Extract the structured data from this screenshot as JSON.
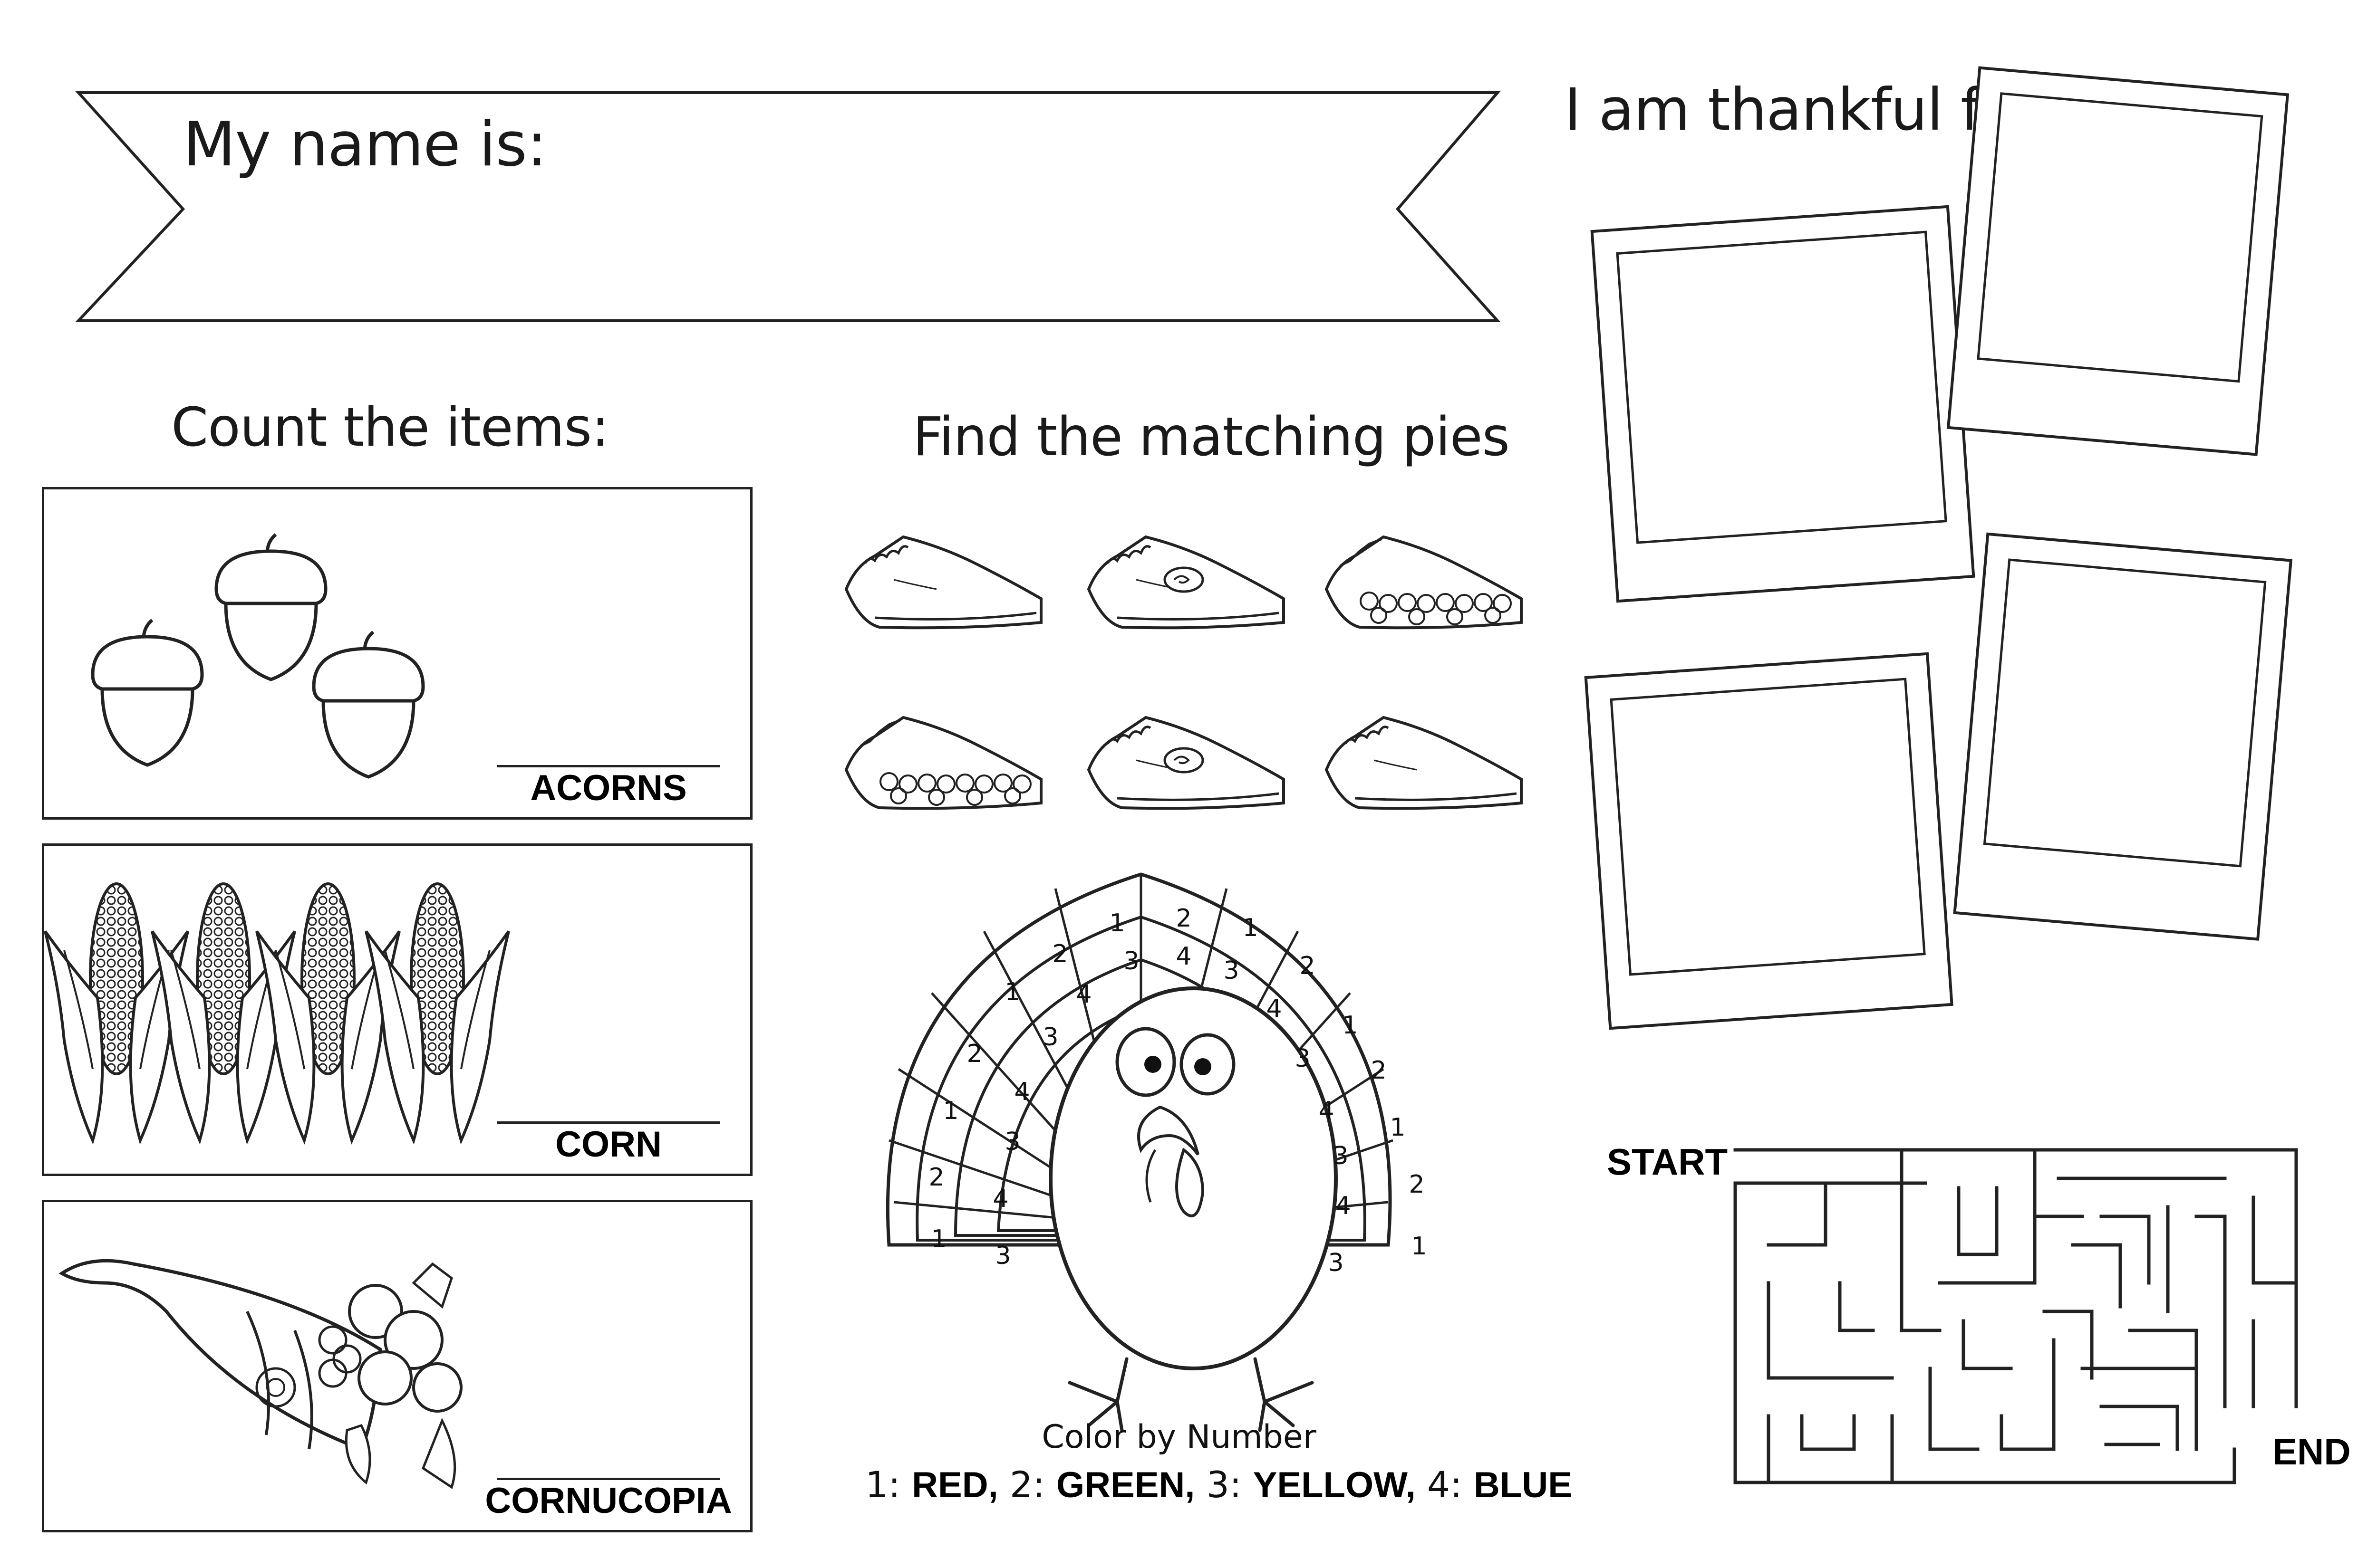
{
  "banner": {
    "label": "My name is:"
  },
  "thankful": {
    "title": "I am thankful for..."
  },
  "count": {
    "title": "Count the items:",
    "items": [
      {
        "label": "ACORNS",
        "quantity": 3
      },
      {
        "label": "CORN",
        "quantity": 4
      },
      {
        "label": "CORNUCOPIA",
        "quantity": 1
      }
    ]
  },
  "pies": {
    "title": "Find the matching pies"
  },
  "turkey": {
    "title": "Color by Number",
    "legend": [
      {
        "num": "1:",
        "color": "RED,"
      },
      {
        "num": "2:",
        "color": "GREEN,"
      },
      {
        "num": "3:",
        "color": "YELLOW,"
      },
      {
        "num": "4:",
        "color": "BLUE"
      }
    ]
  },
  "maze": {
    "start": "START",
    "end": "END"
  }
}
